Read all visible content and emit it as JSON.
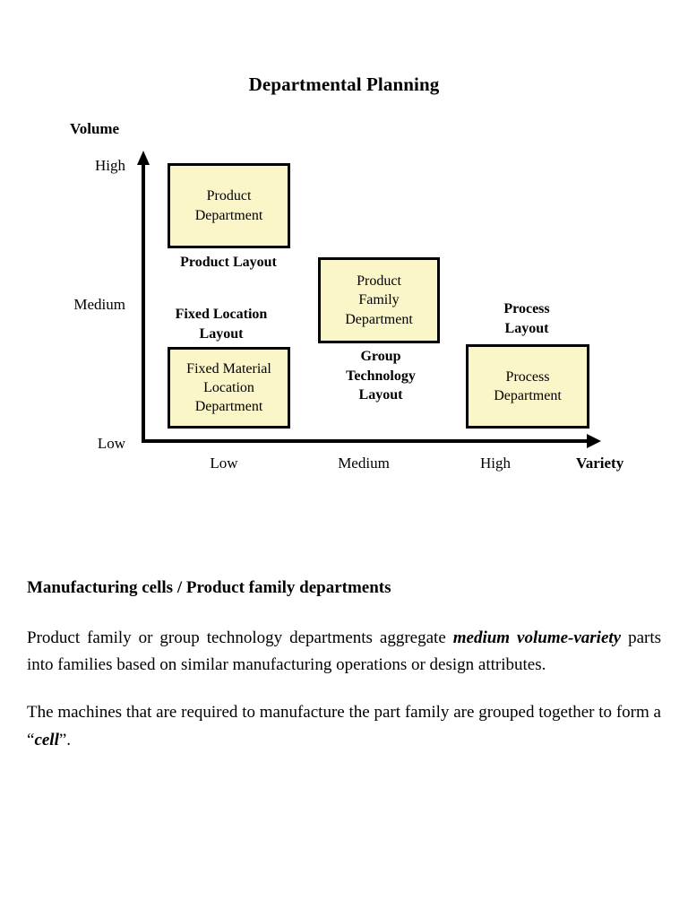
{
  "slide": {
    "title": "Departmental Planning"
  },
  "chart_data": {
    "type": "scatter",
    "title": "Departmental Planning",
    "xlabel": "Variety",
    "ylabel": "Volume",
    "x_categories": [
      "Low",
      "Medium",
      "High"
    ],
    "y_categories": [
      "Low",
      "Medium",
      "High"
    ],
    "grid": false,
    "legend": "none",
    "items": [
      {
        "box_label": "Product\nDepartment",
        "box_lines": [
          "Product",
          "Department"
        ],
        "caption_lines": [
          "Product Layout"
        ],
        "volume": "High",
        "variety": "Low"
      },
      {
        "box_label": "Fixed Material\nLocation\nDepartment",
        "box_lines": [
          "Fixed Material",
          "Location",
          "Department"
        ],
        "caption_lines": [
          "Fixed Location",
          "Layout"
        ],
        "volume": "Low",
        "variety": "Low"
      },
      {
        "box_label": "Product\nFamily\nDepartment",
        "box_lines": [
          "Product",
          "Family",
          "Department"
        ],
        "caption_lines": [
          "Group",
          "Technology",
          "Layout"
        ],
        "volume": "Medium",
        "variety": "Medium"
      },
      {
        "box_label": "Process\nDepartment",
        "box_lines": [
          "Process",
          "Department"
        ],
        "caption_lines": [
          "Process",
          "Layout"
        ],
        "volume": "Low",
        "variety": "High"
      }
    ],
    "colors": {
      "box_fill": "#faf6c8",
      "box_border": "#000000",
      "axis": "#000000",
      "text": "#000000"
    }
  },
  "axes": {
    "y_title": "Volume",
    "x_title": "Variety",
    "y_ticks": {
      "high": "High",
      "medium": "Medium",
      "low": "Low"
    },
    "x_ticks": {
      "low": "Low",
      "medium": "Medium",
      "high": "High"
    }
  },
  "boxes": {
    "product_department": {
      "line1": "Product",
      "line2": "Department"
    },
    "fixed_material": {
      "line1": "Fixed Material",
      "line2": "Location",
      "line3": "Department"
    },
    "product_family": {
      "line1": "Product",
      "line2": "Family",
      "line3": "Department"
    },
    "process_department": {
      "line1": "Process",
      "line2": "Department"
    }
  },
  "captions": {
    "product_layout": {
      "line1": "Product Layout"
    },
    "fixed_location_layout": {
      "line1": "Fixed Location",
      "line2": "Layout"
    },
    "group_technology_layout": {
      "line1": "Group",
      "line2": "Technology",
      "line3": "Layout"
    },
    "process_layout": {
      "line1": "Process",
      "line2": "Layout"
    }
  },
  "content": {
    "heading": "Manufacturing cells / Product family departments",
    "paragraph1": {
      "part1": "Product family or group technology departments aggregate ",
      "emphasis": "medium volume-variety",
      "part2": " parts into families based on similar manufacturing operations or design attributes."
    },
    "paragraph2": {
      "part1": "The machines that are required to manufacture the part family are grouped together to form a “",
      "emphasis": "cell",
      "part2": "”."
    }
  }
}
